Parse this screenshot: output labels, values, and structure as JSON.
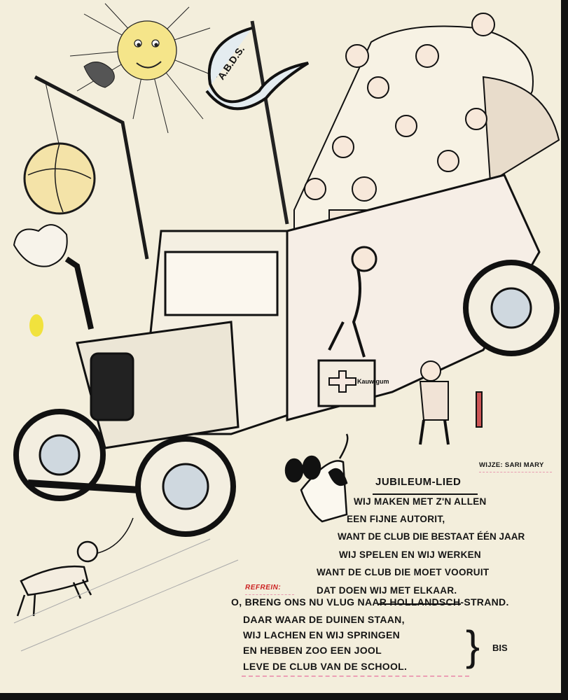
{
  "poster": {
    "tune": "Wijze: Sari Mary",
    "title": "Jubileum-Lied",
    "verse": [
      "Wij maken met z'n allen",
      "Een fijne autorit,",
      "Want de club die bestaat één jaar",
      "Wij spelen en wij werken",
      "Want de club die moet vooruit",
      "Dat doen wij met elkaar."
    ],
    "refrain_label": "Refrein:",
    "refrain": [
      "O, breng ons nu vlug naar Hollandsch-Strand.",
      "Daar waar de duinen staan,",
      "Wij lachen en wij springen",
      "En hebben zoo een jool",
      "Leve de club van de school."
    ],
    "brace": "}",
    "repeat_mark": "Bis"
  },
  "illustration": {
    "flag_text": "A.B.D.S.",
    "box_label": "Kauw gum",
    "colors": {
      "paper": "#f3eedc",
      "ink": "#151515",
      "sun": "#f5e58a",
      "pink": "#ec9fb5",
      "blue": "#9fc0d8"
    }
  }
}
